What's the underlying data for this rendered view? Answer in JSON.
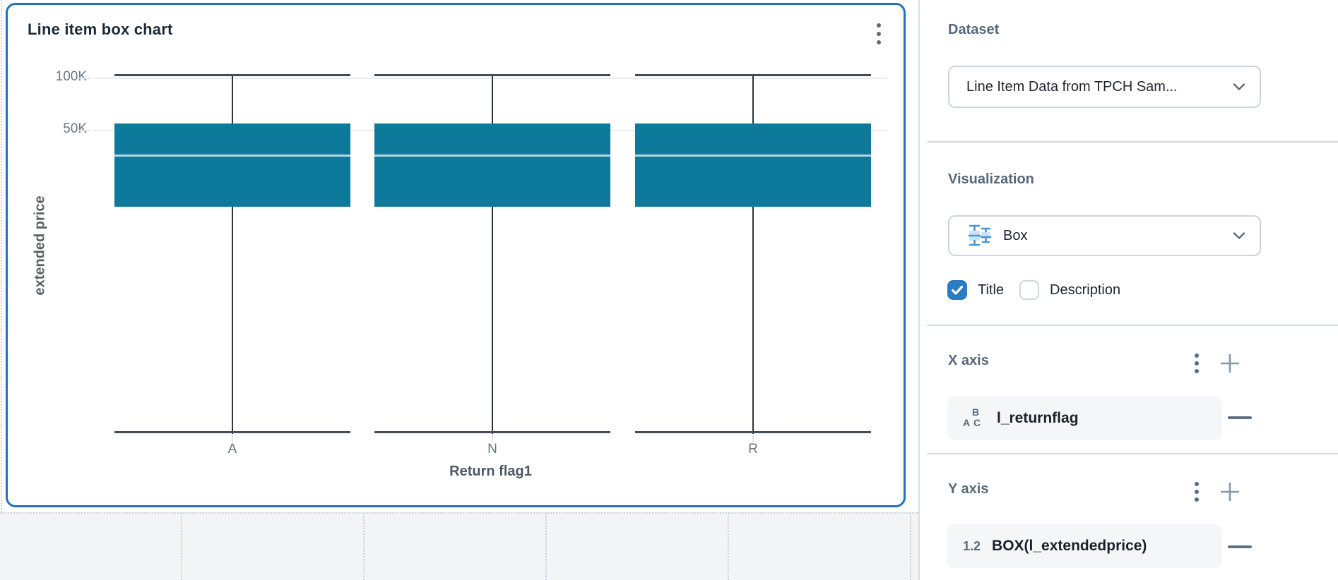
{
  "card": {
    "title": "Line item box chart",
    "menu_icon": "kebab-vertical-icon"
  },
  "chart_data": {
    "type": "box",
    "title": "Line item box chart",
    "xlabel": "Return flag1",
    "ylabel": "extended price",
    "categories": [
      "A",
      "N",
      "R"
    ],
    "y_scale": "log",
    "y_tick_labels": [
      "100K",
      "50K"
    ],
    "y_tick_values": [
      100000,
      50000
    ],
    "series": [
      {
        "category": "A",
        "min": 900,
        "q1": 18000,
        "median": 36000,
        "q3": 55000,
        "max": 105000
      },
      {
        "category": "N",
        "min": 900,
        "q1": 18000,
        "median": 36000,
        "q3": 55000,
        "max": 105000
      },
      {
        "category": "R",
        "min": 900,
        "q1": 18000,
        "median": 36000,
        "q3": 55000,
        "max": 105000
      }
    ],
    "grid": true,
    "legend": false,
    "box_color": "#0e7a9b",
    "median_color": "#b9d6e0",
    "whisker_color": "#2b343d"
  },
  "panel": {
    "dataset": {
      "heading": "Dataset",
      "value": "Line Item Data from TPCH Sam..."
    },
    "visualization": {
      "heading": "Visualization",
      "value": "Box",
      "icon": "box-plot-icon"
    },
    "toggles": {
      "title_label": "Title",
      "title_checked": true,
      "description_label": "Description",
      "description_checked": false
    },
    "x_axis": {
      "heading": "X axis",
      "field": "l_returnflag",
      "field_type": "text",
      "type_icon": "abc-icon"
    },
    "y_axis": {
      "heading": "Y axis",
      "field": "BOX(l_extendedprice)",
      "field_type": "number",
      "type_icon_text": "1.2"
    }
  },
  "colors": {
    "card_border": "#2372b8",
    "box_fill": "#0e7a9b",
    "checkbox_checked": "#2b7cc2",
    "heading_text": "#56687b",
    "field_text": "#18212b"
  }
}
